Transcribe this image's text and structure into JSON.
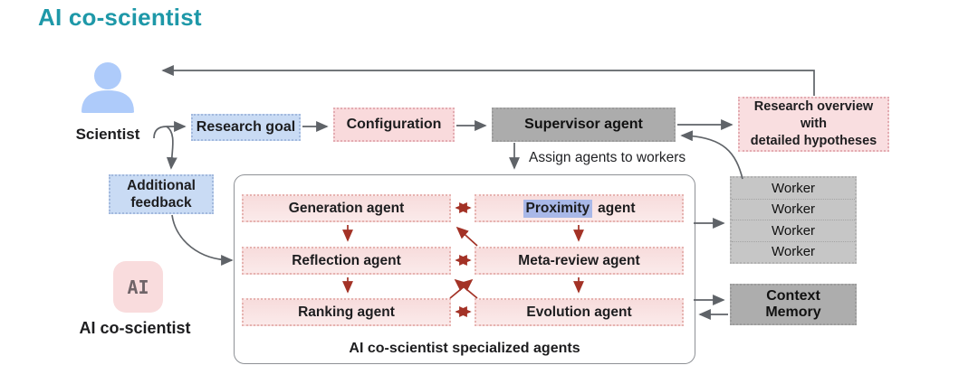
{
  "title": "AI co-scientist",
  "scientist": {
    "label": "Scientist"
  },
  "ai_entity": {
    "badge": "AI",
    "label": "AI co-scientist"
  },
  "flow_boxes": {
    "research_goal": "Research goal",
    "configuration": "Configuration",
    "supervisor": "Supervisor agent",
    "research_overview": {
      "lines": [
        "Research overview",
        "with",
        "detailed hypotheses"
      ]
    },
    "additional_feedback": {
      "lines": [
        "Additional",
        "feedback"
      ]
    },
    "assign_caption": "Assign agents to workers"
  },
  "agents_panel": {
    "caption": "AI co-scientist specialized agents",
    "agents": {
      "generation": "Generation agent",
      "proximity": {
        "highlight": "Proximity",
        "rest": "agent"
      },
      "reflection": "Reflection agent",
      "meta_review": "Meta-review agent",
      "ranking": "Ranking agent",
      "evolution": "Evolution agent"
    }
  },
  "workers": {
    "rows": [
      "Worker",
      "Worker",
      "Worker",
      "Worker"
    ]
  },
  "context_memory": {
    "lines": [
      "Context",
      "Memory"
    ]
  },
  "colors": {
    "title_teal": "#1E98A8",
    "blue_box_bg": "#C9DBF4",
    "pink_box_bg": "#F9DADC",
    "gray_box_bg": "#ACACAC",
    "worker_box_bg": "#C6C6C6",
    "arrow_gray": "#5F6368",
    "arrow_red": "#A33226",
    "selection_highlight": "#A9B8E8",
    "person_icon_blue": "#AECBFA",
    "ai_badge_bg": "#F9DCDD"
  }
}
